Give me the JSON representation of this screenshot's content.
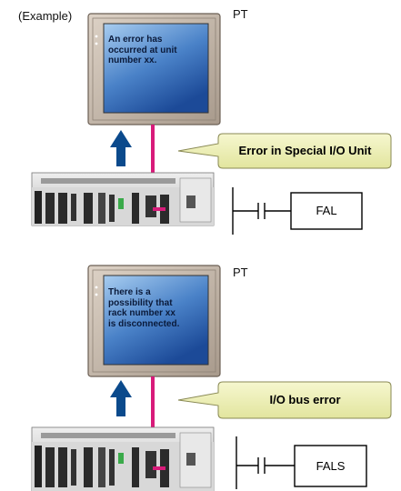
{
  "top": {
    "example_label": "(Example)",
    "pt_label": "PT",
    "screen_message_lines": [
      "An error has",
      "occurred at unit",
      "number xx."
    ],
    "callout": "Error in Special I/O Unit",
    "instruction": "FAL"
  },
  "bottom": {
    "pt_label": "PT",
    "screen_message_lines": [
      "There is a",
      "possibility that",
      "rack number xx",
      "is disconnected."
    ],
    "callout": "I/O bus error",
    "instruction": "FALS"
  },
  "colors": {
    "cable": "#d81b7a",
    "arrow": "#0b4a8c",
    "callout_fill": "#eef0b8",
    "screen_top": "#9cc3ea",
    "screen_bottom": "#1f4f9e",
    "bezel": "#c9bcae"
  }
}
